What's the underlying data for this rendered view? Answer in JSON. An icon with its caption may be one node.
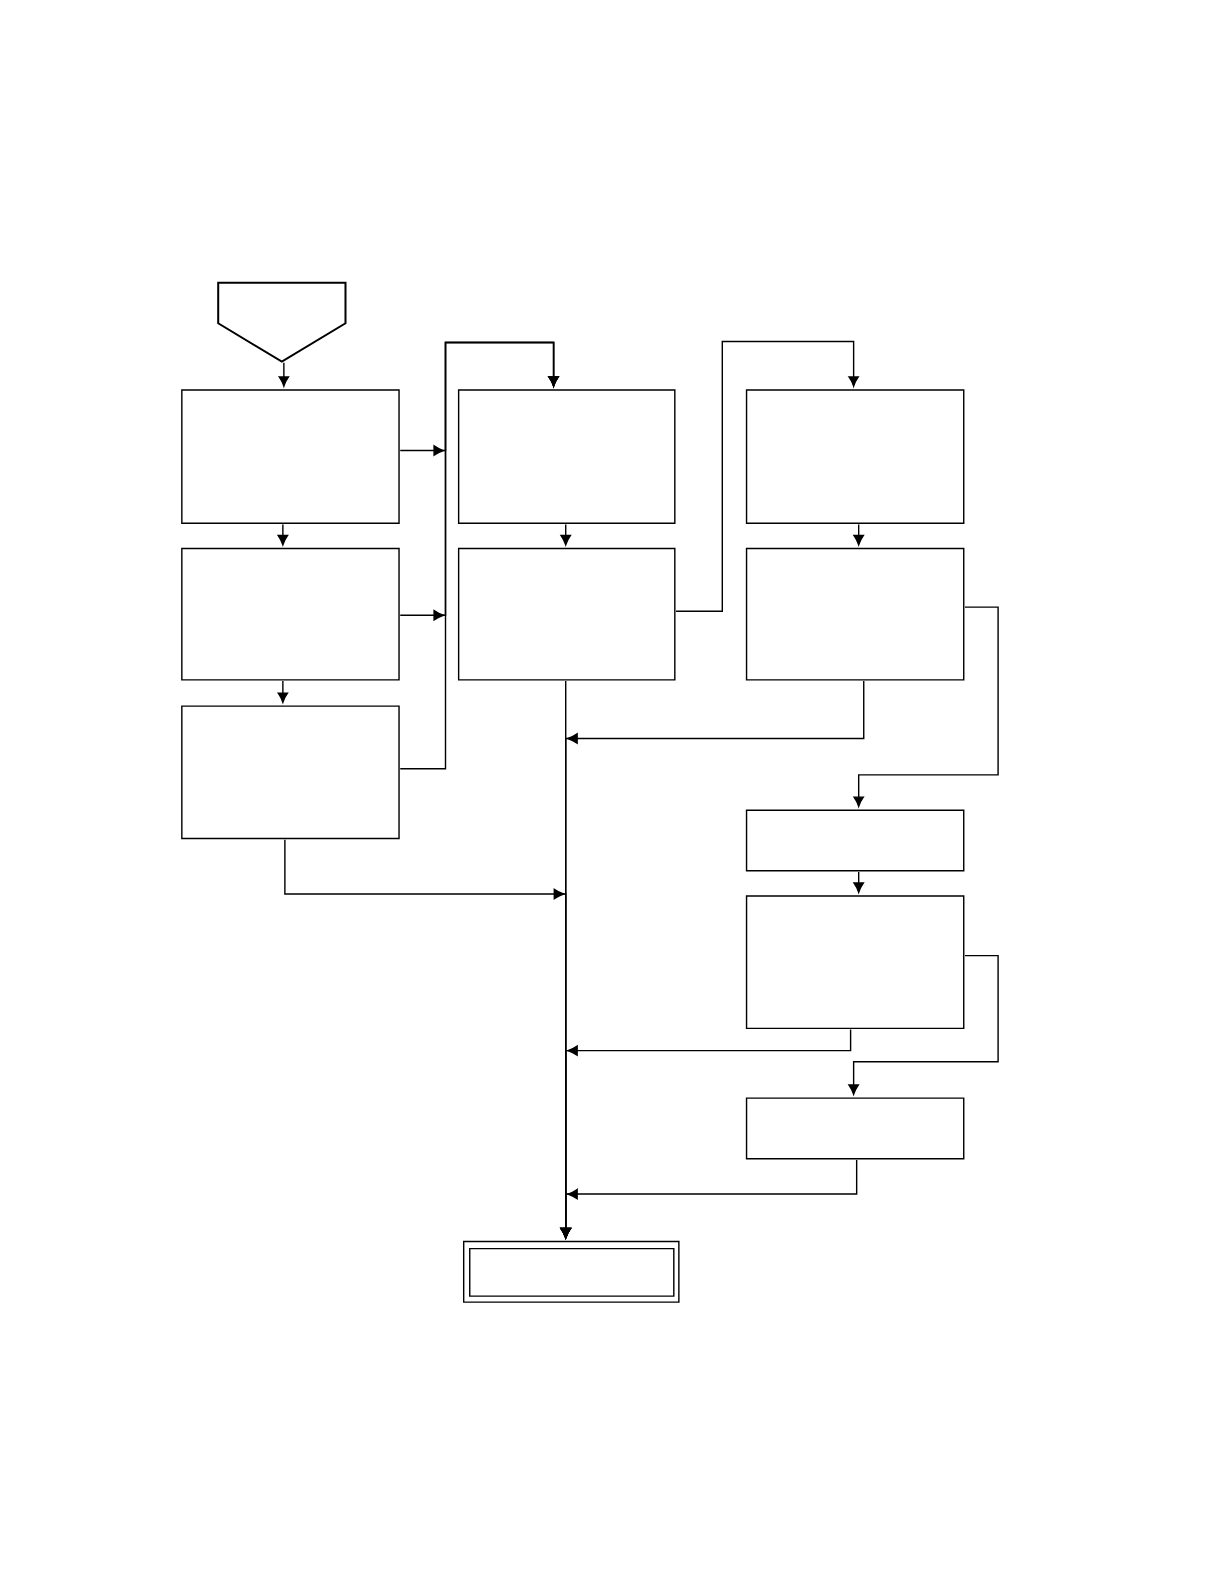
{
  "diagram": {
    "nodes": [
      {
        "text": [],
        "shape": "pentagon"
      },
      {
        "text": [],
        "shape": "box"
      },
      {
        "text": [],
        "shape": "box"
      },
      {
        "text": [],
        "shape": "box"
      },
      {
        "text": [],
        "shape": "box"
      },
      {
        "text": [],
        "shape": "box"
      },
      {
        "text": [],
        "shape": "box"
      },
      {
        "text": [],
        "shape": "box"
      },
      {
        "text": [],
        "shape": "box"
      },
      {
        "text": [],
        "shape": "box"
      },
      {
        "text": [],
        "shape": "box"
      },
      {
        "text": [],
        "shape": "box"
      }
    ],
    "edges": [
      {
        "from": 0,
        "to": 1,
        "arrow": "to"
      },
      {
        "from": 1,
        "to": 2,
        "arrow": "to"
      },
      {
        "from": 2,
        "to": 3,
        "arrow": "to"
      },
      {
        "from": 1,
        "to": 4,
        "arrow": "to"
      },
      {
        "from": 2,
        "to": 4,
        "arrow": "to"
      },
      {
        "from": 3,
        "to": 4,
        "arrow": "to"
      },
      {
        "from": 4,
        "to": 5,
        "arrow": "to"
      },
      {
        "from": 5,
        "to": 6,
        "arrow": "to"
      },
      {
        "from": 6,
        "to": 7,
        "arrow": "to"
      },
      {
        "from": 7,
        "to": 8,
        "arrow": "to"
      },
      {
        "from": 8,
        "to": 9,
        "arrow": "to"
      },
      {
        "from": 9,
        "to": 10,
        "arrow": "to"
      },
      {
        "from": 5,
        "to": 11,
        "arrow": "to"
      },
      {
        "from": 7,
        "to": 11,
        "arrow": "to"
      },
      {
        "from": 3,
        "to": 11,
        "arrow": "to"
      },
      {
        "from": 9,
        "to": 11,
        "arrow": "to"
      },
      {
        "from": 10,
        "to": 11,
        "arrow": "to"
      }
    ]
  }
}
